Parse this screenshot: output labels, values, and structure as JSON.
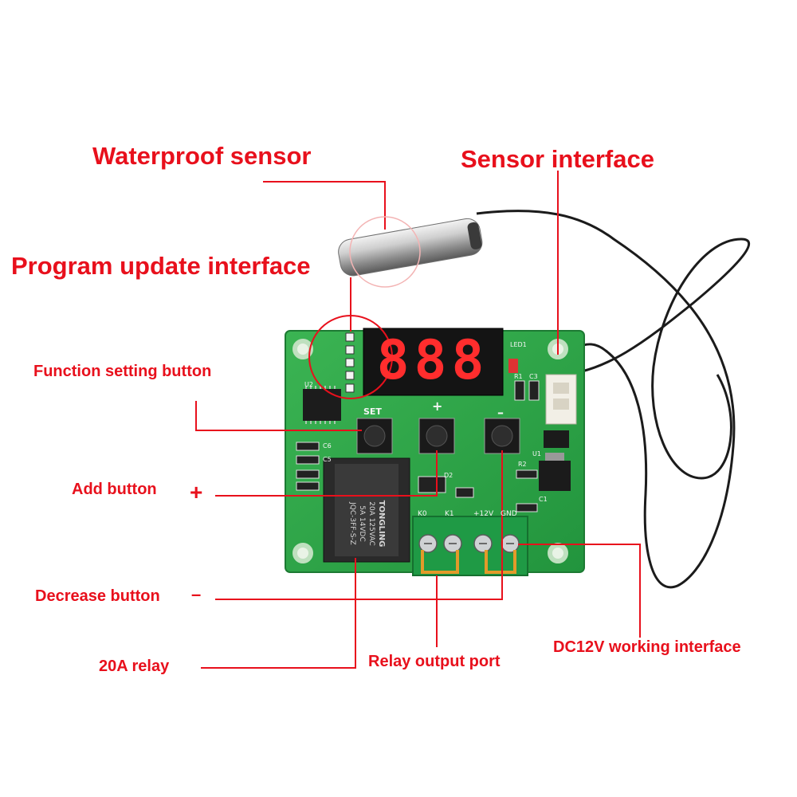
{
  "labels": {
    "waterproof_sensor": "Waterproof sensor",
    "sensor_interface": "Sensor interface",
    "program_update_interface": "Program update interface",
    "function_setting_button": "Function setting button",
    "add_button": "Add button",
    "add_symbol": "+",
    "decrease_button": "Decrease button",
    "decrease_symbol": "–",
    "relay_20a": "20A relay",
    "relay_output_port": "Relay output port",
    "dc12v_interface": "DC12V working interface"
  },
  "board": {
    "display_digits": "888",
    "silk_set": "SET",
    "silk_plus": "+",
    "silk_minus": "–",
    "silk_led": "LED1",
    "silk_r1": "R1",
    "silk_c3": "C3",
    "silk_u2": "U2",
    "silk_c6": "C6",
    "silk_c5": "C5",
    "silk_d2": "D2",
    "silk_r2": "R2",
    "silk_u1": "U1",
    "silk_c1": "C1",
    "terminal_labels": [
      "K0",
      "K1",
      "+12V",
      "GND"
    ],
    "relay_brand": "TONGLING",
    "relay_rating_1": "20A  125VAC",
    "relay_rating_2": "5A  14VDC",
    "relay_model": "JQC-3FF-S-Z"
  },
  "colors": {
    "annotation_red": "#e8101c",
    "pcb_green": "#2fa54a",
    "terminal_green": "#1f9a45",
    "jumper_orange": "#e29a2a"
  }
}
